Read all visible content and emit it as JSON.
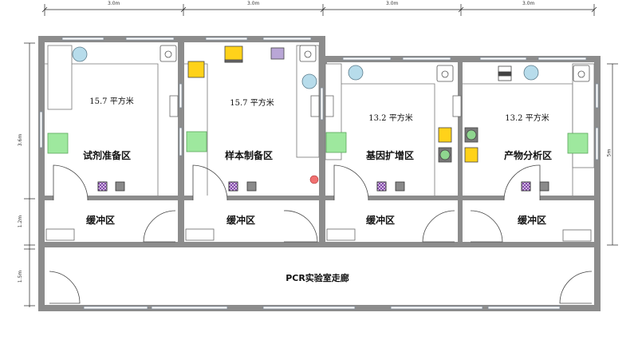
{
  "dimensions": {
    "top": [
      "3.0m",
      "3.0m",
      "3.0m",
      "3.0m"
    ],
    "left_room": "3.6m",
    "left_buffer": "1.2m",
    "left_corridor": "1.5m",
    "right_room": "5m"
  },
  "rooms": [
    {
      "name": "试剂准备区",
      "area": "15.7 平方米"
    },
    {
      "name": "样本制备区",
      "area": "15.7 平方米"
    },
    {
      "name": "基因扩增区",
      "area": "13.2 平方米"
    },
    {
      "name": "产物分析区",
      "area": "13.2 平方米"
    }
  ],
  "buffers": [
    "缓冲区",
    "缓冲区",
    "缓冲区",
    "缓冲区"
  ],
  "corridor": "PCR实验室走廊",
  "colors": {
    "wall": "#8c8c8c",
    "window": "#9aa6b2",
    "sink": "#b7dceb",
    "bench": "#9ee89e",
    "purple_box": "#7a3aa6",
    "yellow_box": "#ffd21a",
    "red_circle": "#f07070"
  }
}
